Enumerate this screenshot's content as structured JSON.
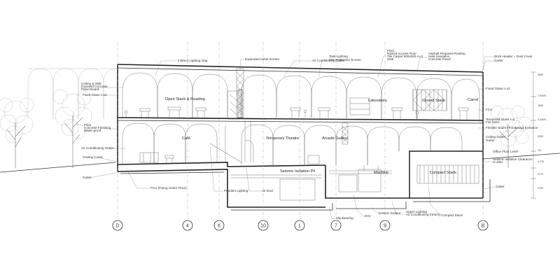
{
  "grid_axes": [
    "D",
    "4",
    "6",
    "10",
    "1",
    "7",
    "9",
    "B"
  ],
  "rooms": {
    "open_stack": "Open Stack & Reading",
    "laboratory": "Laboratory",
    "closed_stack": "Closed Stack",
    "carrel": "Carrel",
    "cafe": "Café",
    "temporary_theatre": "Temporary Theatre",
    "arcade_gallery": "Arcade Gallery",
    "machine": "Machine",
    "compact_stack": "Compact Stack",
    "seismic_pit": "Seismic Isolation Pit"
  },
  "callouts": {
    "indirect_lighting": "Indirect Lighting Gap",
    "expanded_metal": "Expanded metal Screen",
    "air_outlet_top": "Air Conditioning Outlet",
    "task_lighting": "Task Lighting",
    "fire_protection": "Fire Protection Screen",
    "floor_spec": "Floor",
    "floor_spec_2": "Raised Access Floor",
    "floor_spec_3": "Tile Carpet 500x500 H=3",
    "slab": "Slab",
    "asphalt": "Asphalt Prepared Roofing",
    "heat_insulation": "Heat insulation",
    "concrete_panel": "Concrete Panel",
    "brick_header": "Brick Header + Dust Cover",
    "gutter_top": "Gutter",
    "ceiling_wall": "Ceiling & Wall",
    "exposed_concrete": "Exposed Concrete",
    "finish_form": "Panel Board",
    "fixed_glass": "Fixed Glass t=12",
    "fixed_glass_right": "Fixed Glass t=12",
    "fcu_right": "FCU",
    "tempered_glass": "Tempered Glass t=6",
    "fire_door": "Fire Door",
    "flexible_stairs": "Flexible Stairs / Footbridge Entrance",
    "ceiling_gutter": "Ceiling Gutter",
    "gutter_right": "Gutter",
    "floor_left": "Floor",
    "floor_left_2": "Concrete Finishing",
    "floor_left_3": "Water-proof",
    "air_outlet_left": "Air Conditioning Outlet",
    "grating_cover": "Grating Cover",
    "gutter_left": "Gutter",
    "fcu_under": "FCU (Fixing Under Floor)",
    "pendant_lighting": "Pendant Lighting",
    "air_duct": "Air Duct",
    "slip_bearing": "Slip Bearing",
    "ahu": "AHU",
    "seismic_isolator": "Seismic Isolator",
    "upper_lighting": "Upper Lighting",
    "air_outlet_return": "Air Conditioning (return)",
    "compact_stack_label": "Compact Stack",
    "seismic_clearance": "Seismic Isolation Clearance",
    "seismic_clearance_2": "H=550",
    "ofl": "Office Floor Level",
    "gutter_bottom": "Gutter"
  },
  "dimensions": {
    "d1": "3800",
    "d2": "7,900FL",
    "d3": "3900",
    "d4": "4,300FL",
    "d5": "3000",
    "d6": "1FL",
    "d7": "4,175",
    "d8": "2170",
    "d9": "2700"
  }
}
